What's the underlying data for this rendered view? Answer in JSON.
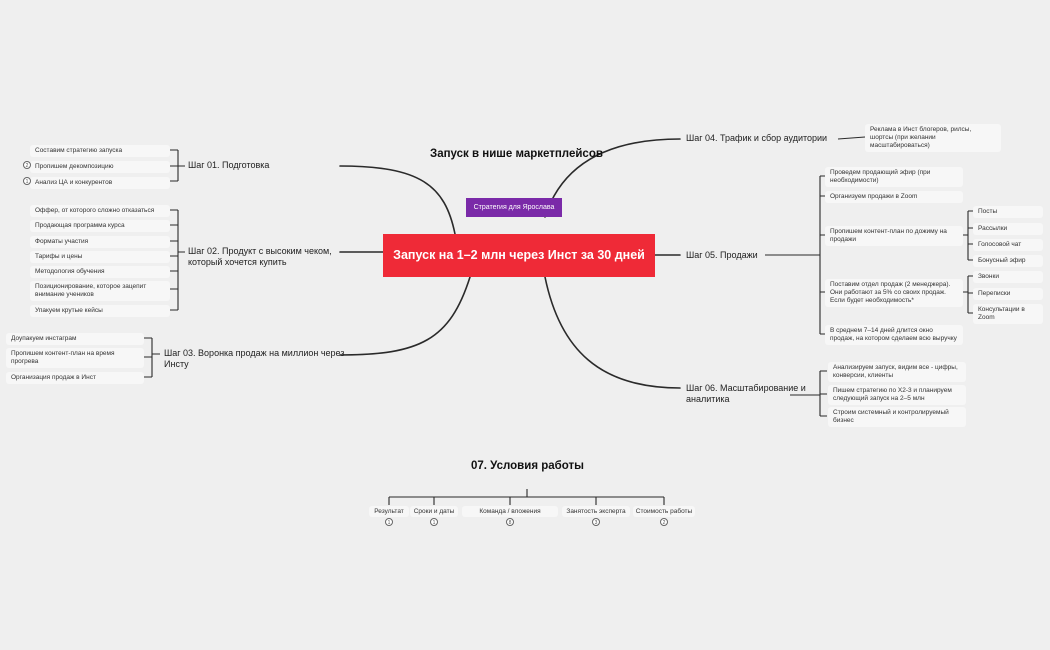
{
  "center": {
    "title": "Запуск на 1–2 млн через Инст за 30 дней",
    "tag": "Стратегия для Ярослава",
    "color": "#ef2a37",
    "tag_color": "#7a2aa8"
  },
  "niche_title": "Запуск в нише маркетплейсов",
  "steps": {
    "s01": {
      "label": "Шаг 01. Подготовка",
      "items": [
        "Составим стратегию запуска",
        "Пропишем декомпозицию",
        "Анализ ЦА и конкурентов"
      ],
      "badges": [
        "2",
        "1"
      ]
    },
    "s02": {
      "label": "Шаг 02. Продукт с высоким чеком, который хочется купить",
      "items": [
        "Оффер, от которого сложно отказаться",
        "Продающая программа курса",
        "Форматы участия",
        "Тарифы и цены",
        "Методология обучения",
        "Позиционирование, которое зацепит внимание учеников",
        "Упакуем крутые кейсы"
      ]
    },
    "s03": {
      "label": "Шаг 03. Воронка продаж на миллион через Инсту",
      "items": [
        "Доупакуем инстаграм",
        "Пропишем контент-план на время прогрева",
        "Организация продаж в Инст"
      ]
    },
    "s04": {
      "label": "Шаг 04. Трафик и сбор аудитории",
      "items": [
        "Реклама в  Инст блогеров, рилсы, шортсы (при желании масштабироваться)"
      ]
    },
    "s05": {
      "label": "Шаг 05. Продажи",
      "items": [
        "Проведем продающий эфир (при необходимости)",
        "Организуем продажи в Zoom",
        "Пропишем контент-план по дожиму на продажи",
        "Поставим отдел продаж (2 менеджера). Они работают за 5% со своих продаж. Если будет необходимость*",
        "В среднем 7–14 дней длится окно продаж, на котором сделаем всю выручку"
      ],
      "sub_content": [
        "Посты",
        "Рассылки",
        "Голосовой чат",
        "Бонусный эфир"
      ],
      "sub_sales": [
        "Звонки",
        "Переписки",
        "Консультации в Zoom"
      ]
    },
    "s06": {
      "label": "Шаг 06. Масштабирование и аналитика",
      "items": [
        "Анализируем запуск, видим все - цифры, конверсии, клиенты",
        "Пишем стратегию по Х2-3 и планируем следующий запуск на 2–5 млн",
        "Строим системный и контролируемый бизнес"
      ]
    }
  },
  "conditions": {
    "title": "07. Условия работы",
    "items": [
      {
        "label": "Результат",
        "badge": "1"
      },
      {
        "label": "Сроки и даты",
        "badge": "1"
      },
      {
        "label": "Команда / вложения",
        "badge": "8"
      },
      {
        "label": "Занятость эксперта",
        "badge": "3"
      },
      {
        "label": "Стоимость работы",
        "badge": "2"
      }
    ]
  }
}
